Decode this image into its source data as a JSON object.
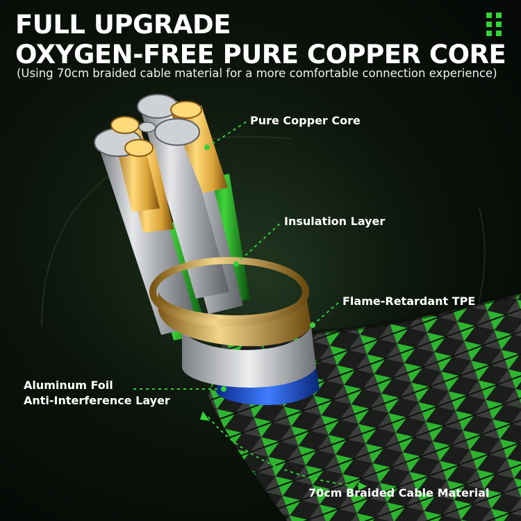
{
  "header": {
    "title_line1": "FULL UPGRADE",
    "title_line2": "OXYGEN-FREE PURE COPPER CORE",
    "subtitle": "(Using 70cm braided cable material for a more comfortable connection experience)"
  },
  "callouts": {
    "copper_core": "Pure Copper Core",
    "insulation": "Insulation Layer",
    "tpe": "Flame-Retardant TPE",
    "aluminum_line1": "Aluminum Foil",
    "aluminum_line2": "Anti-Interference Layer",
    "braided": "70cm Braided Cable Material"
  },
  "icons": {
    "corner_mark": "green-dot-grid-icon"
  },
  "colors": {
    "accent_green": "#35d13a",
    "copper": "#d9a238",
    "silver": "#c9ccd0",
    "ring_blue": "#1f4fd6",
    "background": "#0b130b"
  }
}
